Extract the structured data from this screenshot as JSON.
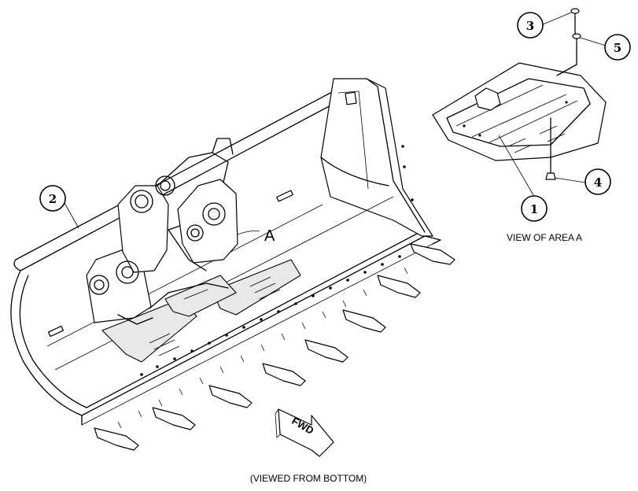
{
  "callouts": {
    "c1": "1",
    "c2": "2",
    "c3": "3",
    "c4": "4",
    "c5": "5"
  },
  "labels": {
    "area_marker": "A",
    "view_of_area": "VIEW OF AREA A",
    "viewed_from": "(VIEWED FROM BOTTOM)",
    "fwd": "FWD"
  }
}
